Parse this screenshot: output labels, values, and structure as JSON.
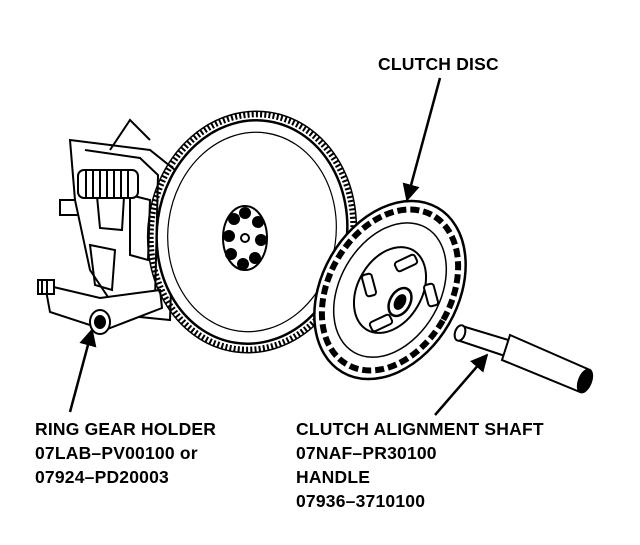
{
  "labels": {
    "clutch_disc": "CLUTCH DISC",
    "ring_gear_holder": {
      "title": "RING GEAR HOLDER",
      "part_1": "07LAB–PV00100 or",
      "part_2": "07924–PD20003"
    },
    "alignment_shaft": {
      "title": "CLUTCH ALIGNMENT SHAFT",
      "part_1": "07NAF–PR30100",
      "handle_title": "HANDLE",
      "part_2": "07936–3710100"
    }
  },
  "colors": {
    "ink": "#000000",
    "paper": "#ffffff"
  }
}
